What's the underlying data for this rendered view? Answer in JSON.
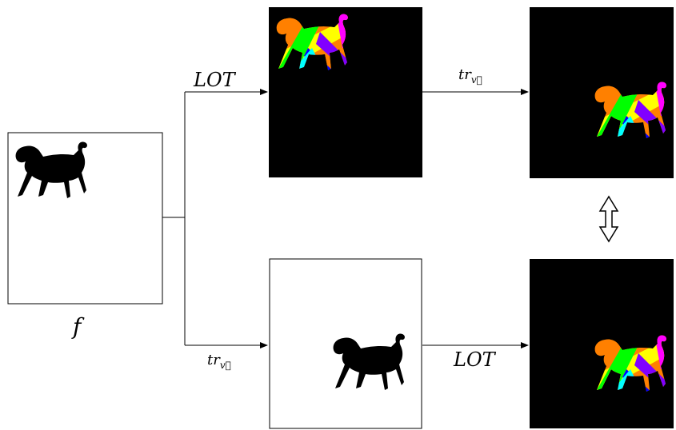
{
  "labels": {
    "input_function": "f",
    "lot_top": "LOT",
    "lot_bottom": "LOT",
    "translate_top": "tr",
    "translate_bottom": "tr",
    "translate_subscript": "v⃗"
  },
  "colors": {
    "arrow": "#000000",
    "panel_dark": "#000000",
    "panel_light": "#ffffff",
    "silhouette": "#000000",
    "lot_palette": [
      "#ff8000",
      "#ffff00",
      "#00ff00",
      "#00ffff",
      "#0000ff",
      "#8000ff",
      "#ff0000",
      "#ff00ff"
    ]
  },
  "icons": {
    "equivalence": "double-headed-vertical-arrow-icon",
    "shape": "dog-silhouette-icon"
  }
}
